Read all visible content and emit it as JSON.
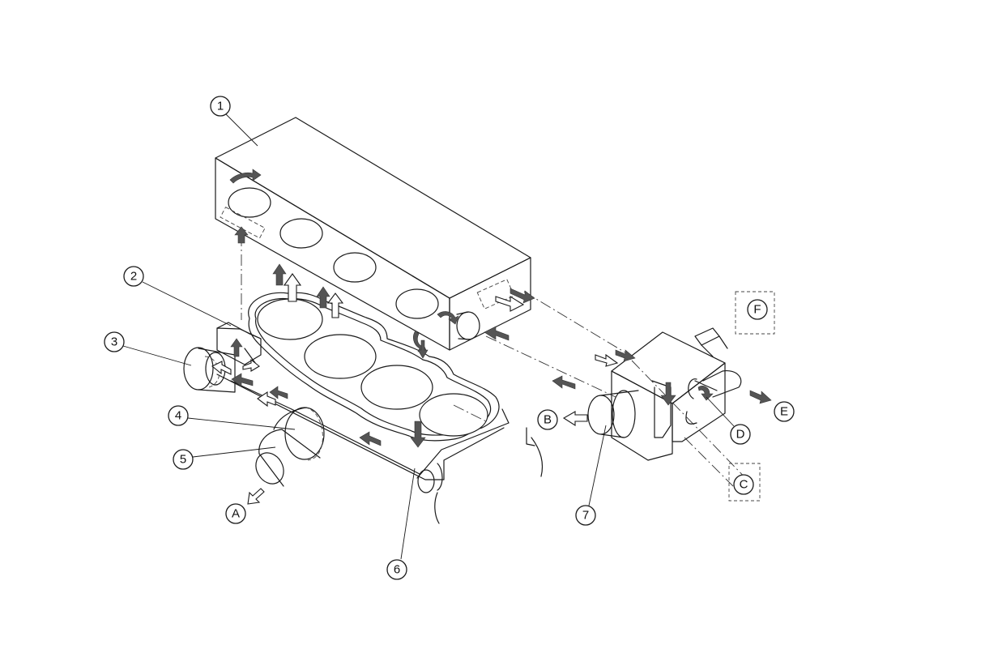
{
  "callouts": {
    "c1": "1",
    "c2": "2",
    "c3": "3",
    "c4": "4",
    "c5": "5",
    "c6": "6",
    "c7": "7",
    "cA": "A",
    "cB": "B",
    "cC": "C",
    "cD": "D",
    "cE": "E",
    "cF": "F"
  }
}
